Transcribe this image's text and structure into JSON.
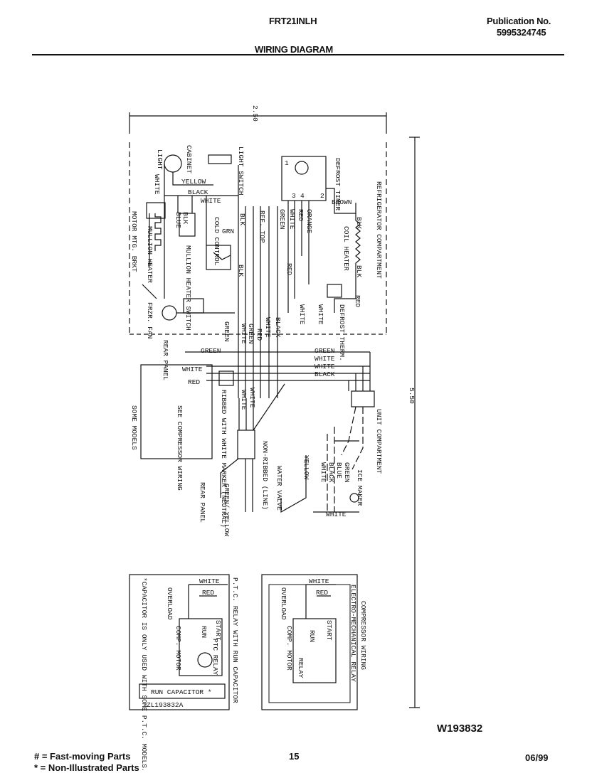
{
  "header": {
    "model": "FRT21INLH",
    "publication_label": "Publication No.",
    "publication_number": "5995324745",
    "section_title": "WIRING DIAGRAM"
  },
  "diagram": {
    "dim_top": "2.50",
    "dim_side": "5.50",
    "compartments": {
      "refrigerator": "REFRIGERATOR COMPARTMENT",
      "unit": "UNIT COMPARTMENT"
    },
    "components": {
      "light": "LIGHT",
      "cabinet": "CABINET",
      "light_switch": "LIGHT SWITCH",
      "defrost_timer": "DEFROST TIMER",
      "coil_heater": "COIL HEATER",
      "defrost_therm": "DEFROST THERM.",
      "mullion_heater": "MULLION HEATER",
      "mullion_heater_switch": "MULLION HEATER SWITCH",
      "motor_mtg_brkt": "MOTOR MTG. BRKT",
      "cold_control": "COLD CONTROL",
      "ref_top": "REF. TOP",
      "frzr_fan": "FRZR. FAN",
      "rear_panel": "REAR PANEL",
      "see_compressor_wiring": "SEE COMPRESSOR WIRING",
      "some_models": "SOME MODELS",
      "ribbed_white_marker": "RIBBED WITH WHITE MARKER (NEUTRAL)",
      "non_ribbed_line": "NON-RIBBED (LINE)",
      "water_valve": "WATER VALVE",
      "ice_maker": "ICE MAKER",
      "rear_panel_2": "REAR PANEL"
    },
    "wires": {
      "white": "WHITE",
      "yellow": "YELLOW",
      "black": "BLACK",
      "blk": "BLK",
      "blue": "BLUE",
      "grn": "GRN",
      "green": "GREEN",
      "orange": "ORANGE",
      "red": "RED",
      "brown": "BROWN",
      "green_yellow": "GREEN/ YELLOW"
    },
    "timer_terminals": [
      "1",
      "2",
      "3",
      "4"
    ],
    "ptc_panel": {
      "title": "P.T.C. RELAY WITH RUN CAPACITOR",
      "white": "WHITE",
      "red": "RED",
      "overload": "OVERLOAD",
      "comp_motor": "COMP. MOTOR",
      "ptc_relay": "PTC RELAY",
      "start": "START",
      "run": "RUN",
      "run_capacitor": "RUN CAPACITOR *",
      "note": "*CAPACITOR IS ONLY USED WITH SOME P.T.C. MODELS.",
      "code": "ZL193832A"
    },
    "em_panel": {
      "title1": "COMPRESSOR WIRING",
      "title2": "ELECTRO-MECHANICAL RELAY",
      "white": "WHITE",
      "red": "RED",
      "overload": "OVERLOAD",
      "comp_motor": "COMP. MOTOR",
      "relay": "RELAY",
      "start": "START",
      "run": "RUN"
    },
    "figure_number": "W193832"
  },
  "footer": {
    "legend1": "# = Fast-moving Parts",
    "legend2": "* = Non-Illustrated Parts",
    "page": "15",
    "date": "06/99"
  }
}
